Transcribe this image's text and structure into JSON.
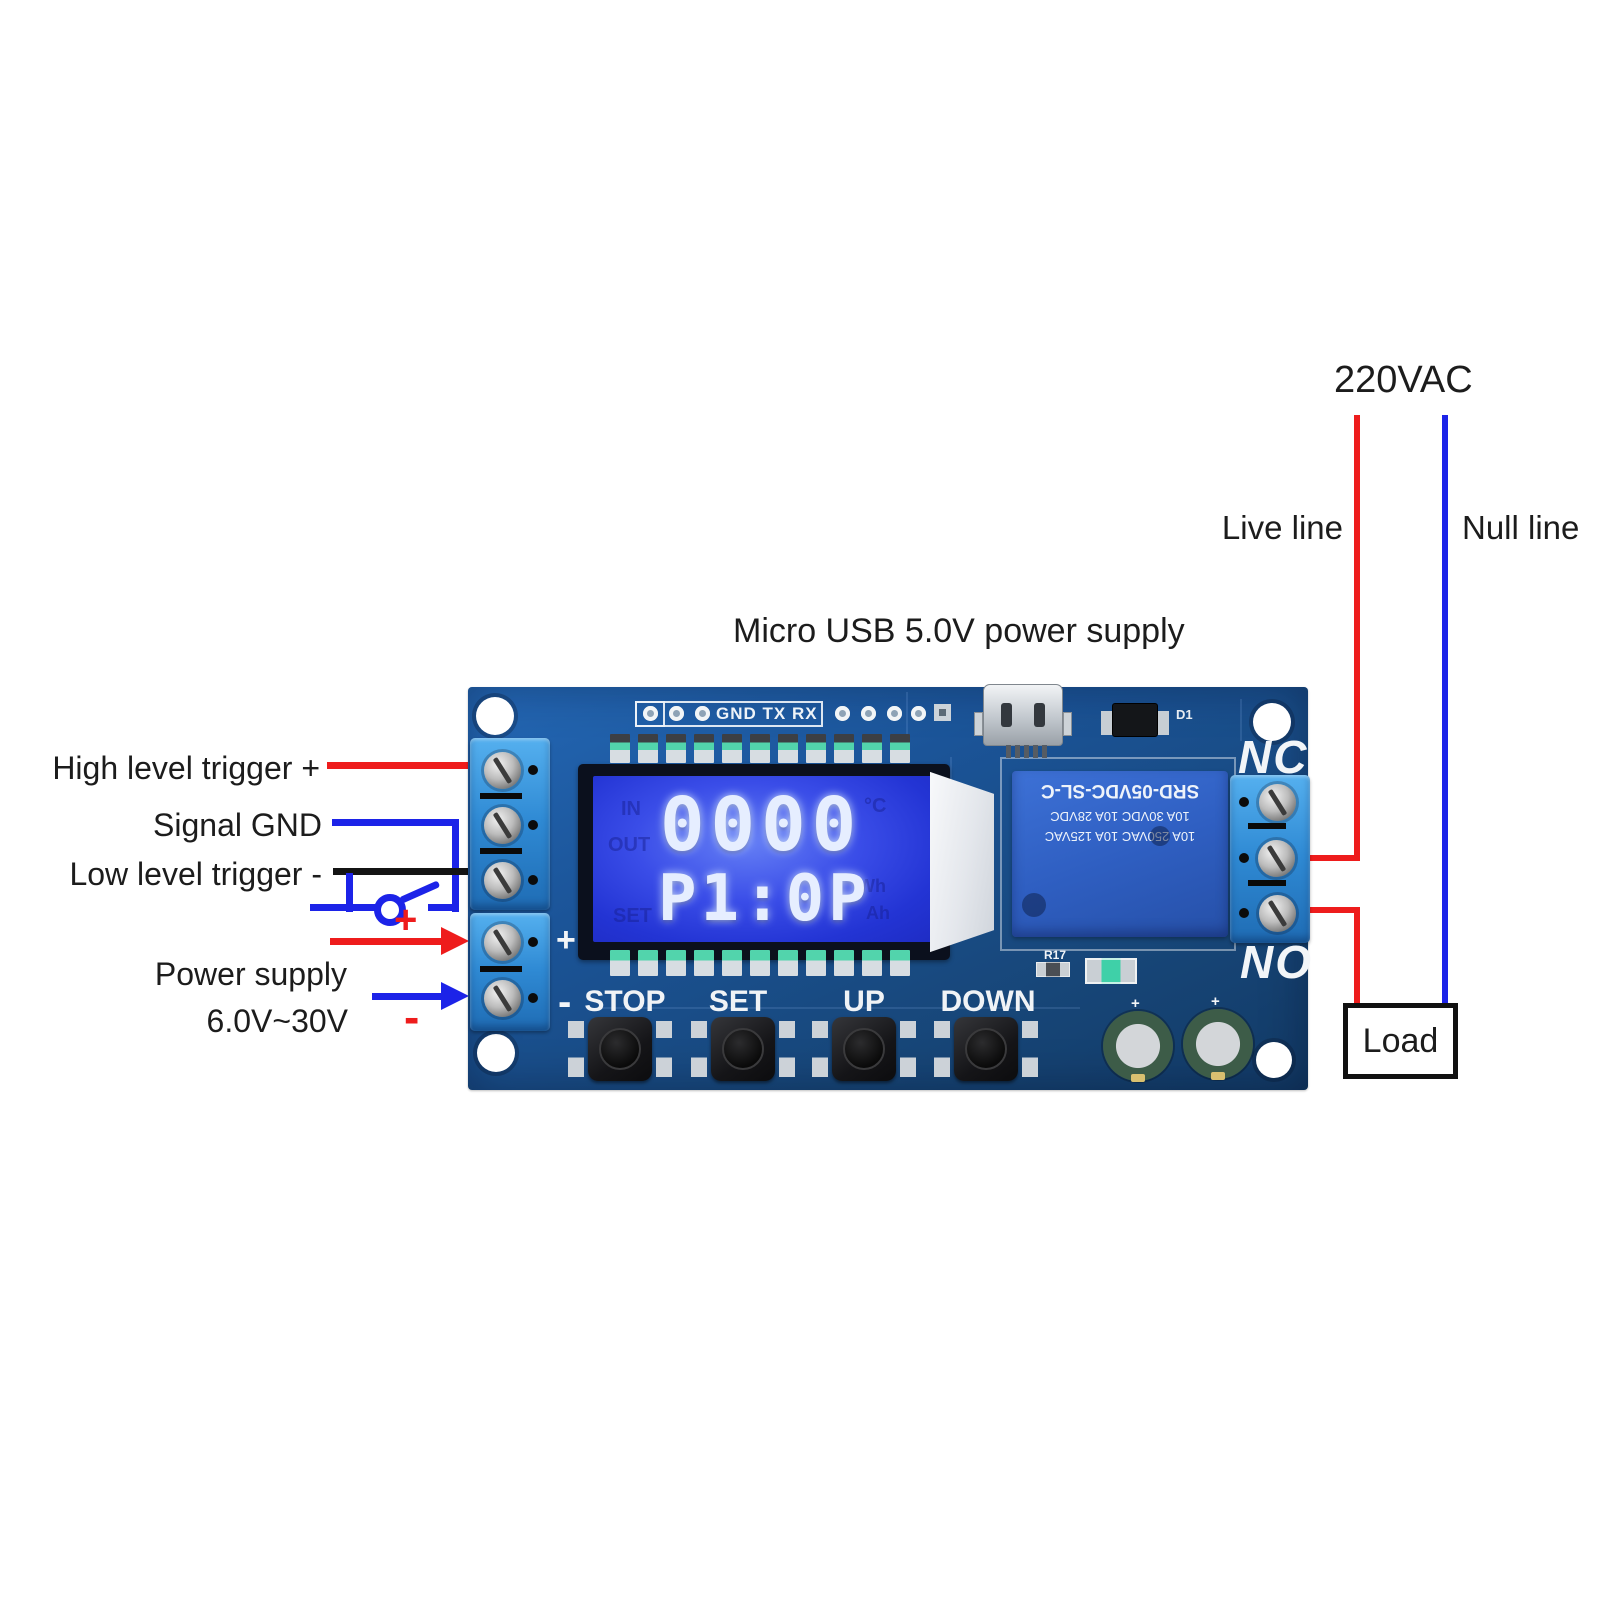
{
  "annotations": {
    "micro_usb": "Micro USB 5.0V power supply",
    "high_trigger": "High level trigger +",
    "signal_gnd": "Signal GND",
    "low_trigger": "Low level trigger -",
    "power_supply_line1": "Power supply",
    "power_supply_line2": "6.0V~30V",
    "plus": "+",
    "minus": "-",
    "voltage": "220VAC",
    "live_line": "Live line",
    "null_line": "Null line",
    "load": "Load"
  },
  "board": {
    "header_silk": "GND TX RX",
    "diode_label": "D1",
    "lcd": {
      "row1": "0000",
      "row2": "P1:0P",
      "ghost_in": "IN",
      "ghost_out": "OUT",
      "ghost_set": "SET",
      "ghost_c": "°C",
      "ghost_wh": "Wh",
      "ghost_ah": "Ah"
    },
    "relay": {
      "line1": "SRD-05VDC-SL-C",
      "line2": "10A 30VDC  10A 28VDC",
      "line3": "10A 250VAC  10A 125VAC"
    },
    "nc": "NC",
    "no": "NO",
    "silk_plus": "+",
    "silk_minus": "-",
    "cap_plus": "+",
    "r17": "R17",
    "buttons": [
      {
        "label": "STOP"
      },
      {
        "label": "SET"
      },
      {
        "label": "UP"
      },
      {
        "label": "DOWN"
      }
    ]
  },
  "colors": {
    "wire_red": "#ee1c1c",
    "wire_blue": "#1c23e8",
    "wire_black": "#141414",
    "board_blue": "#1b5498",
    "terminal_blue": "#2f8ad4",
    "lcd_blue": "#3a4de8",
    "relay_blue": "#2f5fc2"
  }
}
